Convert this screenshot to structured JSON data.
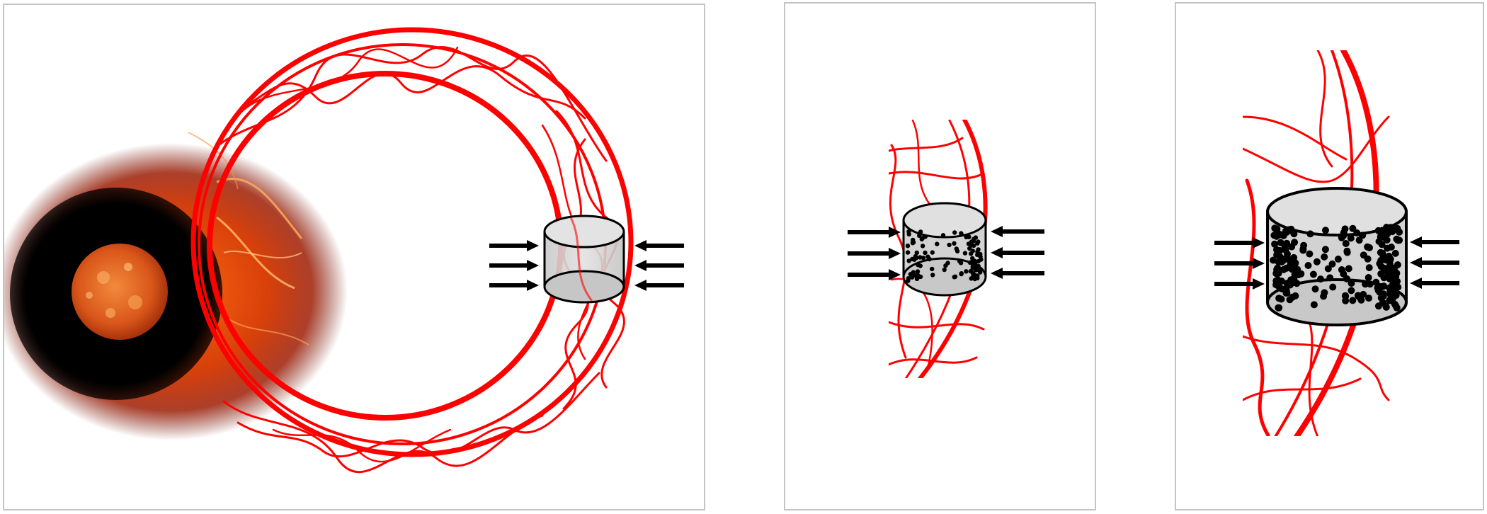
{
  "figure": {
    "panels": [
      {
        "content": "solar-eruption-flux-rope",
        "has_sun_image": true,
        "compression_arrows_per_side": 3
      },
      {
        "content": "flux-rope-zoom-sparse-particles",
        "compression_arrows_per_side": 3
      },
      {
        "content": "flux-rope-zoom-dense-particles",
        "compression_arrows_per_side": 3
      }
    ]
  },
  "colors": {
    "field_lines": "#ff0000",
    "arrows": "#000000",
    "cylinder_fill": "#d4d4d4",
    "particles": "#000000",
    "panel_border": "#c4c4c4",
    "sun_core": "#e4601a",
    "corona": "#b92f05",
    "occulter": "#000000"
  }
}
